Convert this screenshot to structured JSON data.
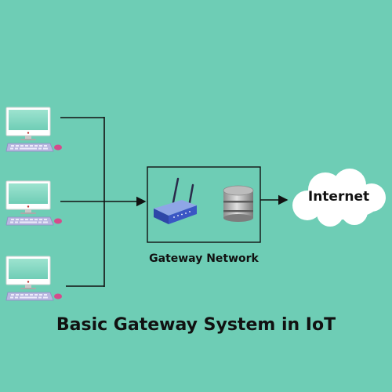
{
  "diagram": {
    "title": "Basic Gateway System in IoT",
    "gateway_label": "Gateway Network",
    "cloud_label": "Internet",
    "computers": [
      {
        "icon": "computer-icon"
      },
      {
        "icon": "computer-icon"
      },
      {
        "icon": "computer-icon"
      }
    ],
    "gateway_icons": [
      "router-icon",
      "database-icon"
    ],
    "colors": {
      "background": "#6ecdb5",
      "line": "#111111",
      "cloud": "#ffffff",
      "router": "#3a56c4",
      "keyboard": "#b9b7e0"
    }
  }
}
